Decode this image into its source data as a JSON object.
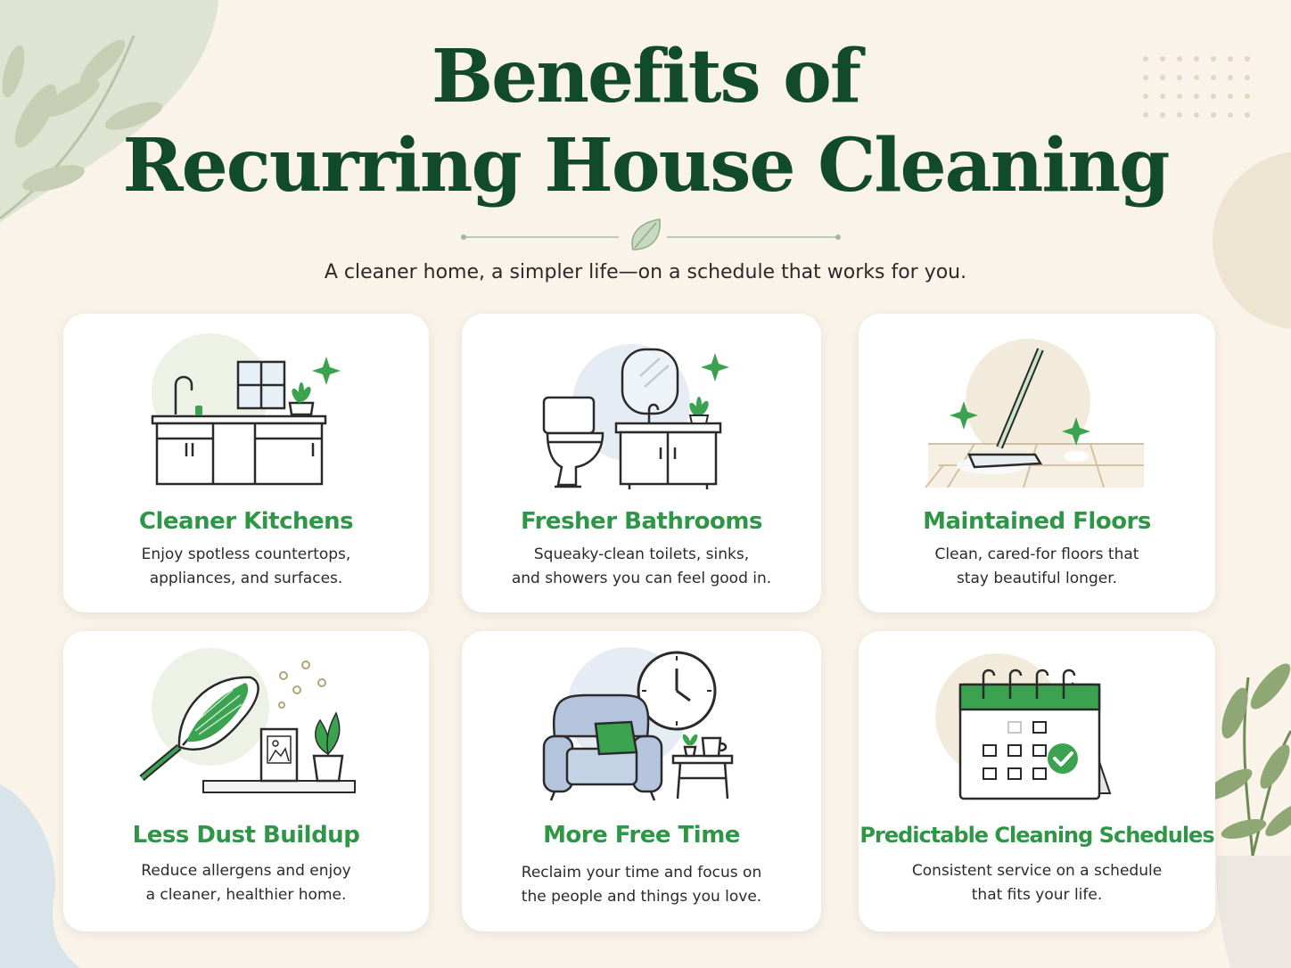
{
  "header": {
    "title_line1": "Benefits of",
    "title_line2": "Recurring House Cleaning",
    "subtitle": "A cleaner home, a simpler life—on a schedule that works for you."
  },
  "colors": {
    "background": "#f9f3e9",
    "title_green": "#124a2c",
    "accent_green": "#2f9648",
    "card_background": "#ffffff"
  },
  "cards": [
    {
      "icon": "kitchen-icon",
      "title": "Cleaner Kitchens",
      "desc_line1": "Enjoy spotless countertops,",
      "desc_line2": "appliances, and surfaces."
    },
    {
      "icon": "bathroom-icon",
      "title": "Fresher Bathrooms",
      "desc_line1": "Squeaky-clean toilets, sinks,",
      "desc_line2": "and showers you can feel good in."
    },
    {
      "icon": "mop-icon",
      "title": "Maintained Floors",
      "desc_line1": "Clean, cared-for floors that",
      "desc_line2": "stay beautiful longer."
    },
    {
      "icon": "feather-duster-icon",
      "title": "Less Dust Buildup",
      "desc_line1": "Reduce allergens and enjoy",
      "desc_line2": "a cleaner, healthier home."
    },
    {
      "icon": "armchair-clock-icon",
      "title": "More Free Time",
      "desc_line1": "Reclaim your time and focus on",
      "desc_line2": "the people and things you love."
    },
    {
      "icon": "calendar-check-icon",
      "title": "Predictable Cleaning Schedules",
      "desc_line1": "Consistent service on a schedule",
      "desc_line2": "that fits your life."
    }
  ]
}
